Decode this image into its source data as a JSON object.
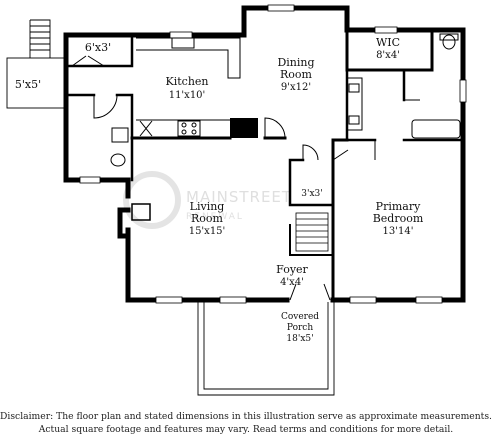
{
  "rooms": {
    "closet": {
      "name": "6'x3'"
    },
    "balcony": {
      "name": "5'x5'"
    },
    "kitchen": {
      "name": "Kitchen",
      "dim": "11'x10'"
    },
    "dining": {
      "name": "Dining",
      "name2": "Room",
      "dim": "9'x12'"
    },
    "wic": {
      "name": "WIC",
      "dim": "8'x4'"
    },
    "hall_closet": {
      "name": "3'x3'"
    },
    "living": {
      "name": "Living",
      "name2": "Room",
      "dim": "15'x15'"
    },
    "primary": {
      "name": "Primary",
      "name2": "Bedroom",
      "dim": "13'14'"
    },
    "foyer": {
      "name": "Foyer",
      "dim": "4'x4'"
    },
    "porch": {
      "name": "Covered",
      "name2": "Porch",
      "dim": "18'x5'"
    }
  },
  "watermark": {
    "line1": "MAINSTREET",
    "line2": "RENEWAL"
  },
  "disclaimer": {
    "line1": "Disclaimer: The floor plan and stated dimensions in this illustration serve as approximate measurements.",
    "line2": "Actual square footage and features may vary. Read terms and conditions for more detail."
  }
}
